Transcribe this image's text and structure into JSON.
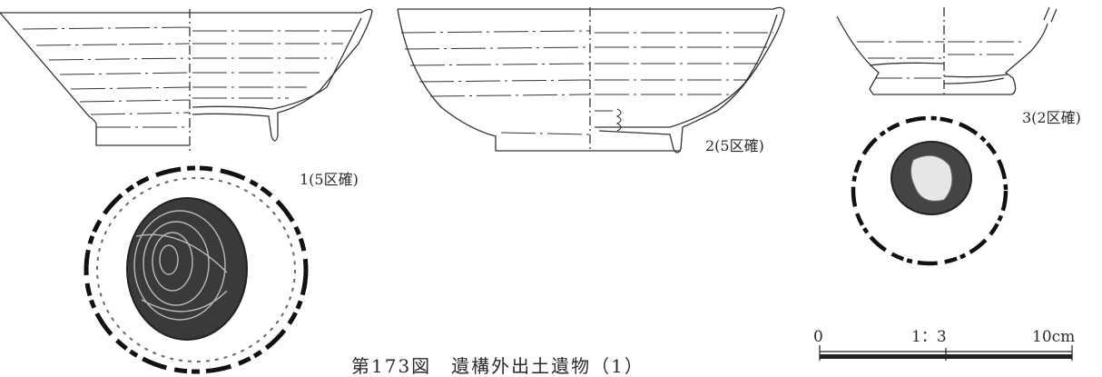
{
  "figures": [
    {
      "label": "1(5区確)"
    },
    {
      "label": "2(5区確)"
    },
    {
      "label": "3(2区確)"
    }
  ],
  "caption": "第173図　遺構外出土遺物（1）",
  "scale_bar": {
    "start": "0",
    "ratio": "1：3",
    "end": "10cm"
  }
}
